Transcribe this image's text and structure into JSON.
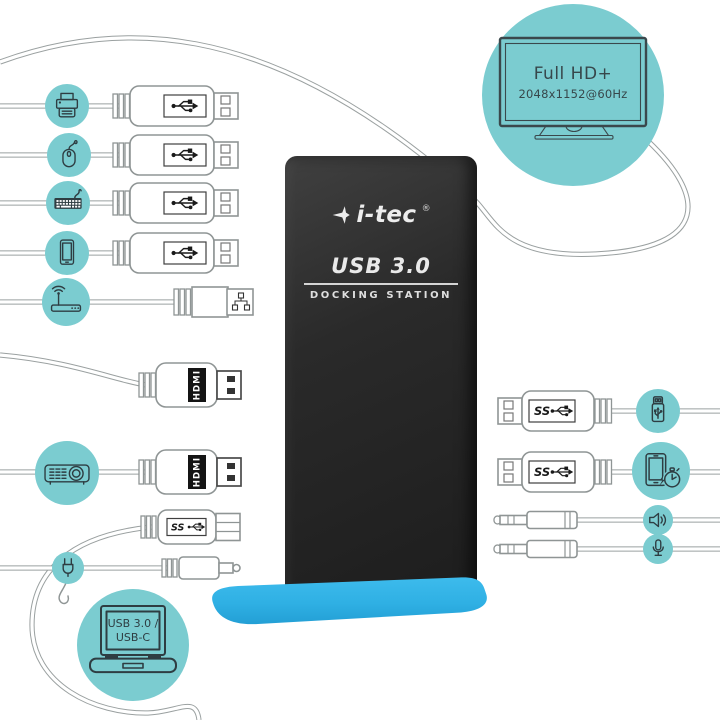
{
  "monitor_badge": {
    "resolution_title": "Full HD+",
    "resolution_detail": "2048x1152@60Hz"
  },
  "device": {
    "brand": "i-tec",
    "registered_mark": "®",
    "product_line": "USB 3.0",
    "product_type": "DOCKING STATION"
  },
  "laptop_badge": {
    "connection_line1": "USB 3.0 /",
    "connection_line2": "USB-C"
  },
  "connector_labels": {
    "ss": "SS",
    "hdmi": "HDMI"
  },
  "left_ports": [
    {
      "icon": "printer-icon",
      "connector": "USB-A"
    },
    {
      "icon": "mouse-icon",
      "connector": "USB-A"
    },
    {
      "icon": "keyboard-icon",
      "connector": "USB-A"
    },
    {
      "icon": "tablet-icon",
      "connector": "USB-A"
    },
    {
      "icon": "router-icon",
      "connector": "Ethernet RJ-45"
    },
    {
      "icon": "monitor-cable",
      "connector": "HDMI"
    },
    {
      "icon": "projector-icon",
      "connector": "HDMI"
    },
    {
      "icon": "laptop-icon",
      "connector": "USB 3.0 Type-B"
    },
    {
      "icon": "power-plug-icon",
      "connector": "DC power"
    }
  ],
  "right_ports": [
    {
      "icon": "usb-flash-drive-icon",
      "connector": "USB 3.0 Type-A"
    },
    {
      "icon": "phone-fast-charge-icon",
      "connector": "USB 3.0 Type-A"
    },
    {
      "icon": "speaker-icon",
      "connector": "3.5mm audio out"
    },
    {
      "icon": "microphone-icon",
      "connector": "3.5mm audio in"
    }
  ],
  "colors": {
    "badge_teal": "#7bccd0",
    "base_blue": "#2fb0e4",
    "device_body": "#262626",
    "cable_gray": "#9aa0a0",
    "icon_ink": "#2e3d42"
  }
}
